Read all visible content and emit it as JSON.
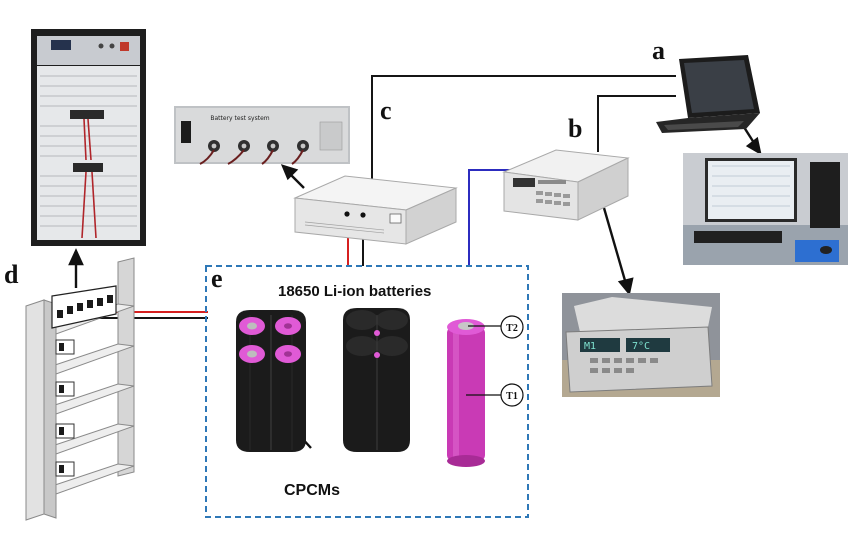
{
  "labels": {
    "a": "a",
    "b": "b",
    "c": "c",
    "d": "d",
    "e": "e"
  },
  "battery_box": {
    "title": "18650 Li-ion batteries",
    "caption": "CPCMs",
    "callout_t2": "T2",
    "callout_t1": "T1"
  },
  "tester_screen": {
    "heading": "Battery test system"
  },
  "colors": {
    "box_border": "#2e78b7",
    "wire_black": "#151515",
    "wire_red": "#d62020",
    "wire_blue": "#2c2cbf",
    "battery_pink": "#d23fbe",
    "cpcm_black": "#1b1b1b",
    "pcm_pink": "#e05ad6"
  }
}
